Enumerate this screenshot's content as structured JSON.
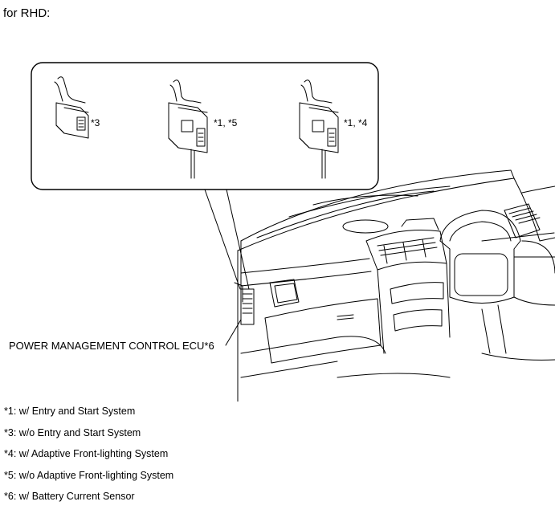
{
  "heading": "for RHD:",
  "callouts": [
    {
      "id": "ecu-variant-a",
      "label": "*3"
    },
    {
      "id": "ecu-variant-b",
      "label": "*1, *5"
    },
    {
      "id": "ecu-variant-c",
      "label": "*1, *4"
    }
  ],
  "main_label": "POWER MANAGEMENT CONTROL ECU*6",
  "legend": [
    "*1: w/ Entry and Start System",
    "*3: w/o Entry and Start System",
    "*4: w/ Adaptive Front-lighting System",
    "*5: w/o Adaptive Front-lighting System",
    "*6: w/ Battery Current Sensor"
  ]
}
